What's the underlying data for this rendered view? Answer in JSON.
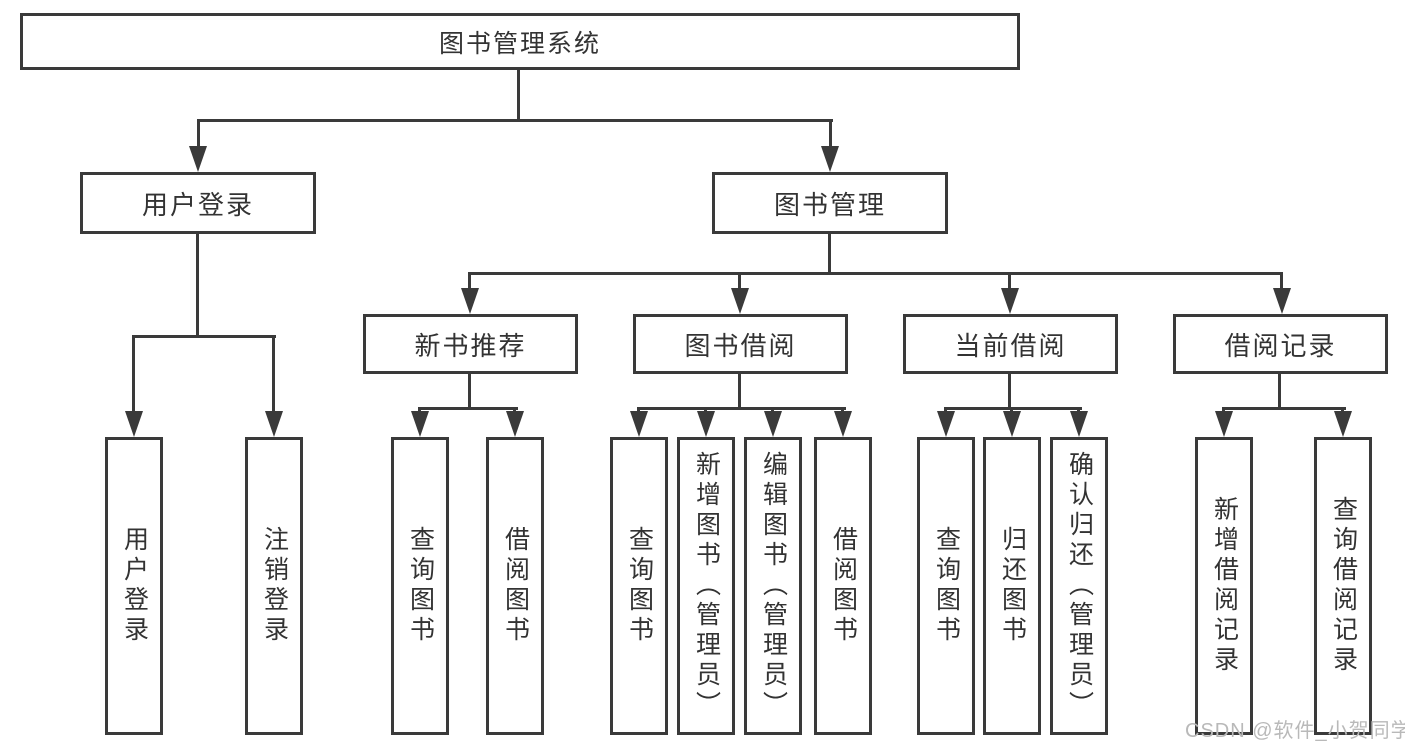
{
  "tree": {
    "label": "图书管理系统",
    "children": [
      {
        "label": "用户登录",
        "children": [
          {
            "label": "用户登录"
          },
          {
            "label": "注销登录"
          }
        ]
      },
      {
        "label": "图书管理",
        "children": [
          {
            "label": "新书推荐",
            "children": [
              {
                "label": "查询图书"
              },
              {
                "label": "借阅图书"
              }
            ]
          },
          {
            "label": "图书借阅",
            "children": [
              {
                "label": "查询图书"
              },
              {
                "label": "新增图书（管理员）"
              },
              {
                "label": "编辑图书（管理员）"
              },
              {
                "label": "借阅图书"
              }
            ]
          },
          {
            "label": "当前借阅",
            "children": [
              {
                "label": "查询图书"
              },
              {
                "label": "归还图书"
              },
              {
                "label": "确认归还（管理员）"
              }
            ]
          },
          {
            "label": "借阅记录",
            "children": [
              {
                "label": "新增借阅记录"
              },
              {
                "label": "查询借阅记录"
              }
            ]
          }
        ]
      }
    ]
  },
  "watermark": {
    "text": "CSDN @软件_小贺同学"
  },
  "colors": {
    "line": "#3a3a3a",
    "text": "#333333",
    "watermark": "#b9b9b9",
    "background": "#ffffff"
  }
}
